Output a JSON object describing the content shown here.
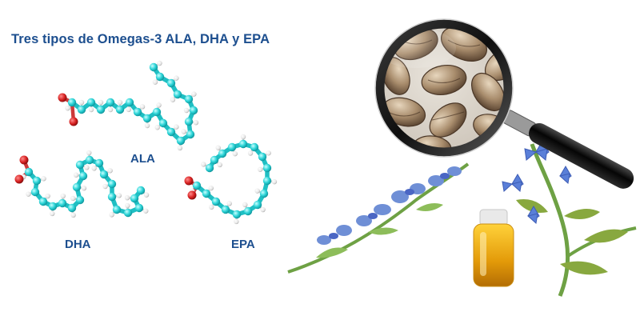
{
  "title": "Tres tipos de Omegas-3 ALA, DHA y EPA",
  "molecules": [
    {
      "label": "ALA"
    },
    {
      "label": "DHA"
    },
    {
      "label": "EPA"
    }
  ],
  "colors": {
    "carbon": "#2ad3d6",
    "hydrogen": "#e9e9e9",
    "oxygen": "#d62020",
    "label": "#1d4f8f"
  }
}
